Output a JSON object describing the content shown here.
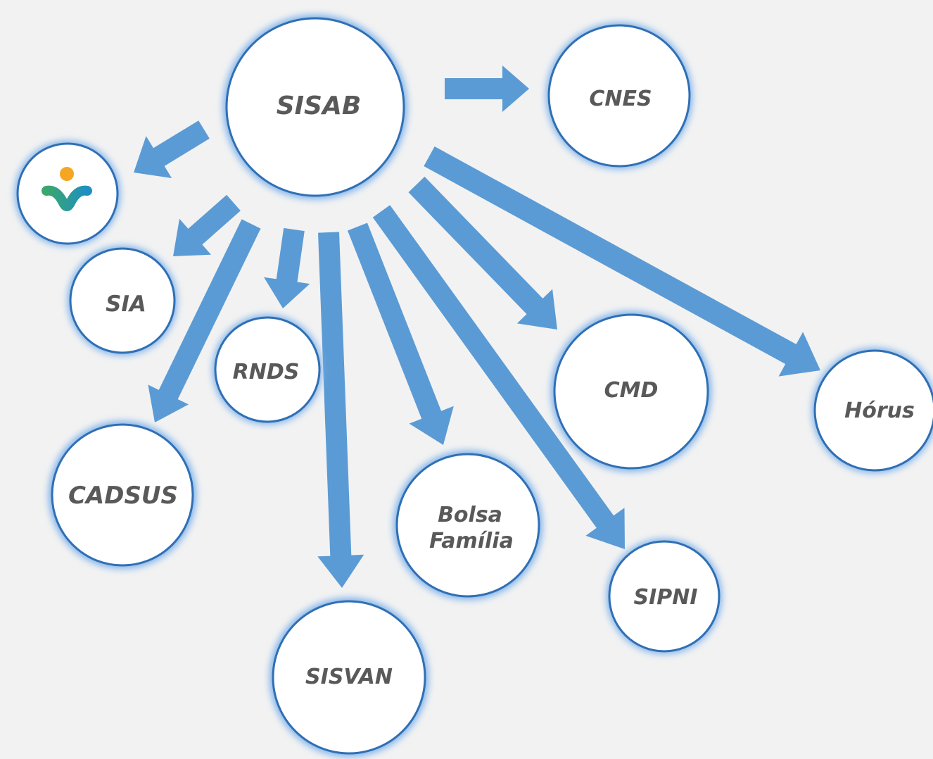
{
  "diagram": {
    "center": {
      "id": "sisab",
      "label": "SISAB"
    },
    "nodes": [
      {
        "id": "cnes",
        "label": "CNES"
      },
      {
        "id": "logo",
        "label": "",
        "icon": "app-logo-icon"
      },
      {
        "id": "sia",
        "label": "SIA"
      },
      {
        "id": "rnds",
        "label": "RNDS"
      },
      {
        "id": "cadsus",
        "label": "CADSUS"
      },
      {
        "id": "sisvan",
        "label": "SISVAN"
      },
      {
        "id": "bolsa",
        "label": "Bolsa Família",
        "lines": [
          "Bolsa",
          "Família"
        ]
      },
      {
        "id": "sipni",
        "label": "SIPNI"
      },
      {
        "id": "cmd",
        "label": "CMD"
      },
      {
        "id": "horus",
        "label": "Hórus"
      }
    ],
    "edges": [
      {
        "from": "sisab",
        "to": "cnes"
      },
      {
        "from": "sisab",
        "to": "logo"
      },
      {
        "from": "sisab",
        "to": "sia"
      },
      {
        "from": "sisab",
        "to": "rnds"
      },
      {
        "from": "sisab",
        "to": "cadsus"
      },
      {
        "from": "sisab",
        "to": "sisvan"
      },
      {
        "from": "sisab",
        "to": "bolsa"
      },
      {
        "from": "sisab",
        "to": "sipni"
      },
      {
        "from": "sisab",
        "to": "cmd"
      },
      {
        "from": "sisab",
        "to": "horus"
      }
    ],
    "colors": {
      "arrow": "#5b9bd5",
      "node_fill": "#ffffff",
      "node_border": "#2f6fb5",
      "node_glow": "#7fb2ea",
      "label": "#595959",
      "background": "#f2f2f2",
      "logo_orange": "#f5a623",
      "logo_green": "#3aa76d",
      "logo_blue": "#1f8fc2"
    }
  }
}
